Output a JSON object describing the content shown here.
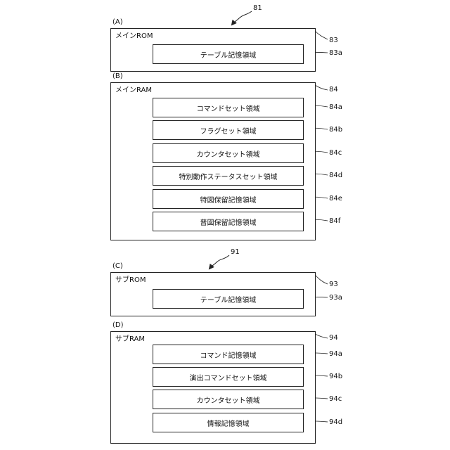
{
  "figure_a": {
    "ref": "81",
    "sections": [
      {
        "letter": "(A)",
        "title": "メインROM",
        "ref": "83",
        "items": [
          {
            "label": "テーブル記憶領域",
            "ref": "83a"
          }
        ]
      },
      {
        "letter": "(B)",
        "title": "メインRAM",
        "ref": "84",
        "items": [
          {
            "label": "コマンドセット領域",
            "ref": "84a"
          },
          {
            "label": "フラグセット領域",
            "ref": "84b"
          },
          {
            "label": "カウンタセット領域",
            "ref": "84c"
          },
          {
            "label": "特別動作ステータスセット領域",
            "ref": "84d"
          },
          {
            "label": "特図保留記憶領域",
            "ref": "84e"
          },
          {
            "label": "普図保留記憶領域",
            "ref": "84f"
          }
        ]
      }
    ]
  },
  "figure_b": {
    "ref": "91",
    "sections": [
      {
        "letter": "(C)",
        "title": "サブROM",
        "ref": "93",
        "items": [
          {
            "label": "テーブル記憶領域",
            "ref": "93a"
          }
        ]
      },
      {
        "letter": "(D)",
        "title": "サブRAM",
        "ref": "94",
        "items": [
          {
            "label": "コマンド記憶領域",
            "ref": "94a"
          },
          {
            "label": "演出コマンドセット領域",
            "ref": "94b"
          },
          {
            "label": "カウンタセット領域",
            "ref": "94c"
          },
          {
            "label": "情報記憶領域",
            "ref": "94d"
          }
        ]
      }
    ]
  }
}
